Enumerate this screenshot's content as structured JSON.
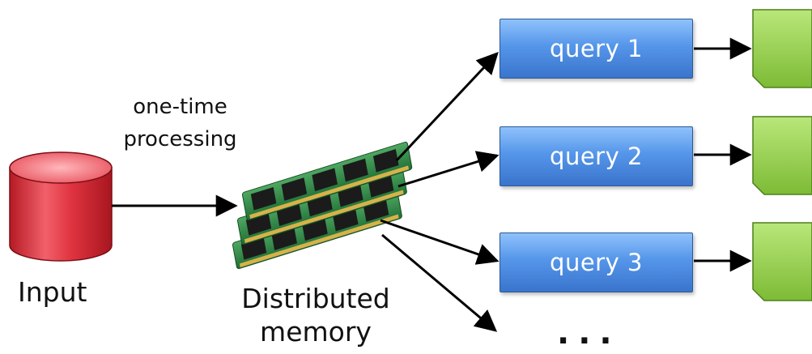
{
  "input": {
    "label": "Input"
  },
  "processing": {
    "line1": "one-time",
    "line2": "processing"
  },
  "memory": {
    "line1": "Distributed",
    "line2": "memory"
  },
  "queries": [
    {
      "label": "query 1"
    },
    {
      "label": "query 2"
    },
    {
      "label": "query 3"
    }
  ],
  "more": "...",
  "colors": {
    "database": "#e0303b",
    "query_box": "#4f8de3",
    "result_doc": "#92cf4a",
    "memory_board": "#2f8a47",
    "arrow": "#000000"
  }
}
